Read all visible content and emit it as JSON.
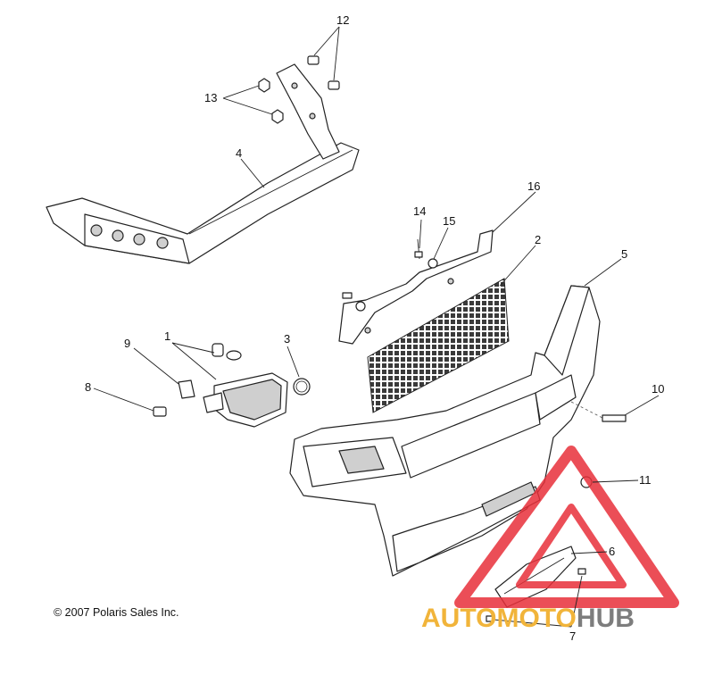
{
  "callouts": {
    "c1": "1",
    "c2": "2",
    "c3": "3",
    "c4": "4",
    "c5": "5",
    "c6": "6",
    "c7": "7",
    "c8": "8",
    "c9": "9",
    "c10": "10",
    "c11": "11",
    "c12": "12",
    "c13": "13",
    "c14": "14",
    "c15": "15",
    "c16": "16"
  },
  "copyright": "© 2007 Polaris Sales Inc.",
  "watermark": {
    "part1": "AUTOMOTO",
    "part2": "HUB",
    "colors": {
      "triangle": "#e8303a",
      "text_primary": "#f1b43a",
      "text_secondary": "#7d7d7d"
    }
  }
}
